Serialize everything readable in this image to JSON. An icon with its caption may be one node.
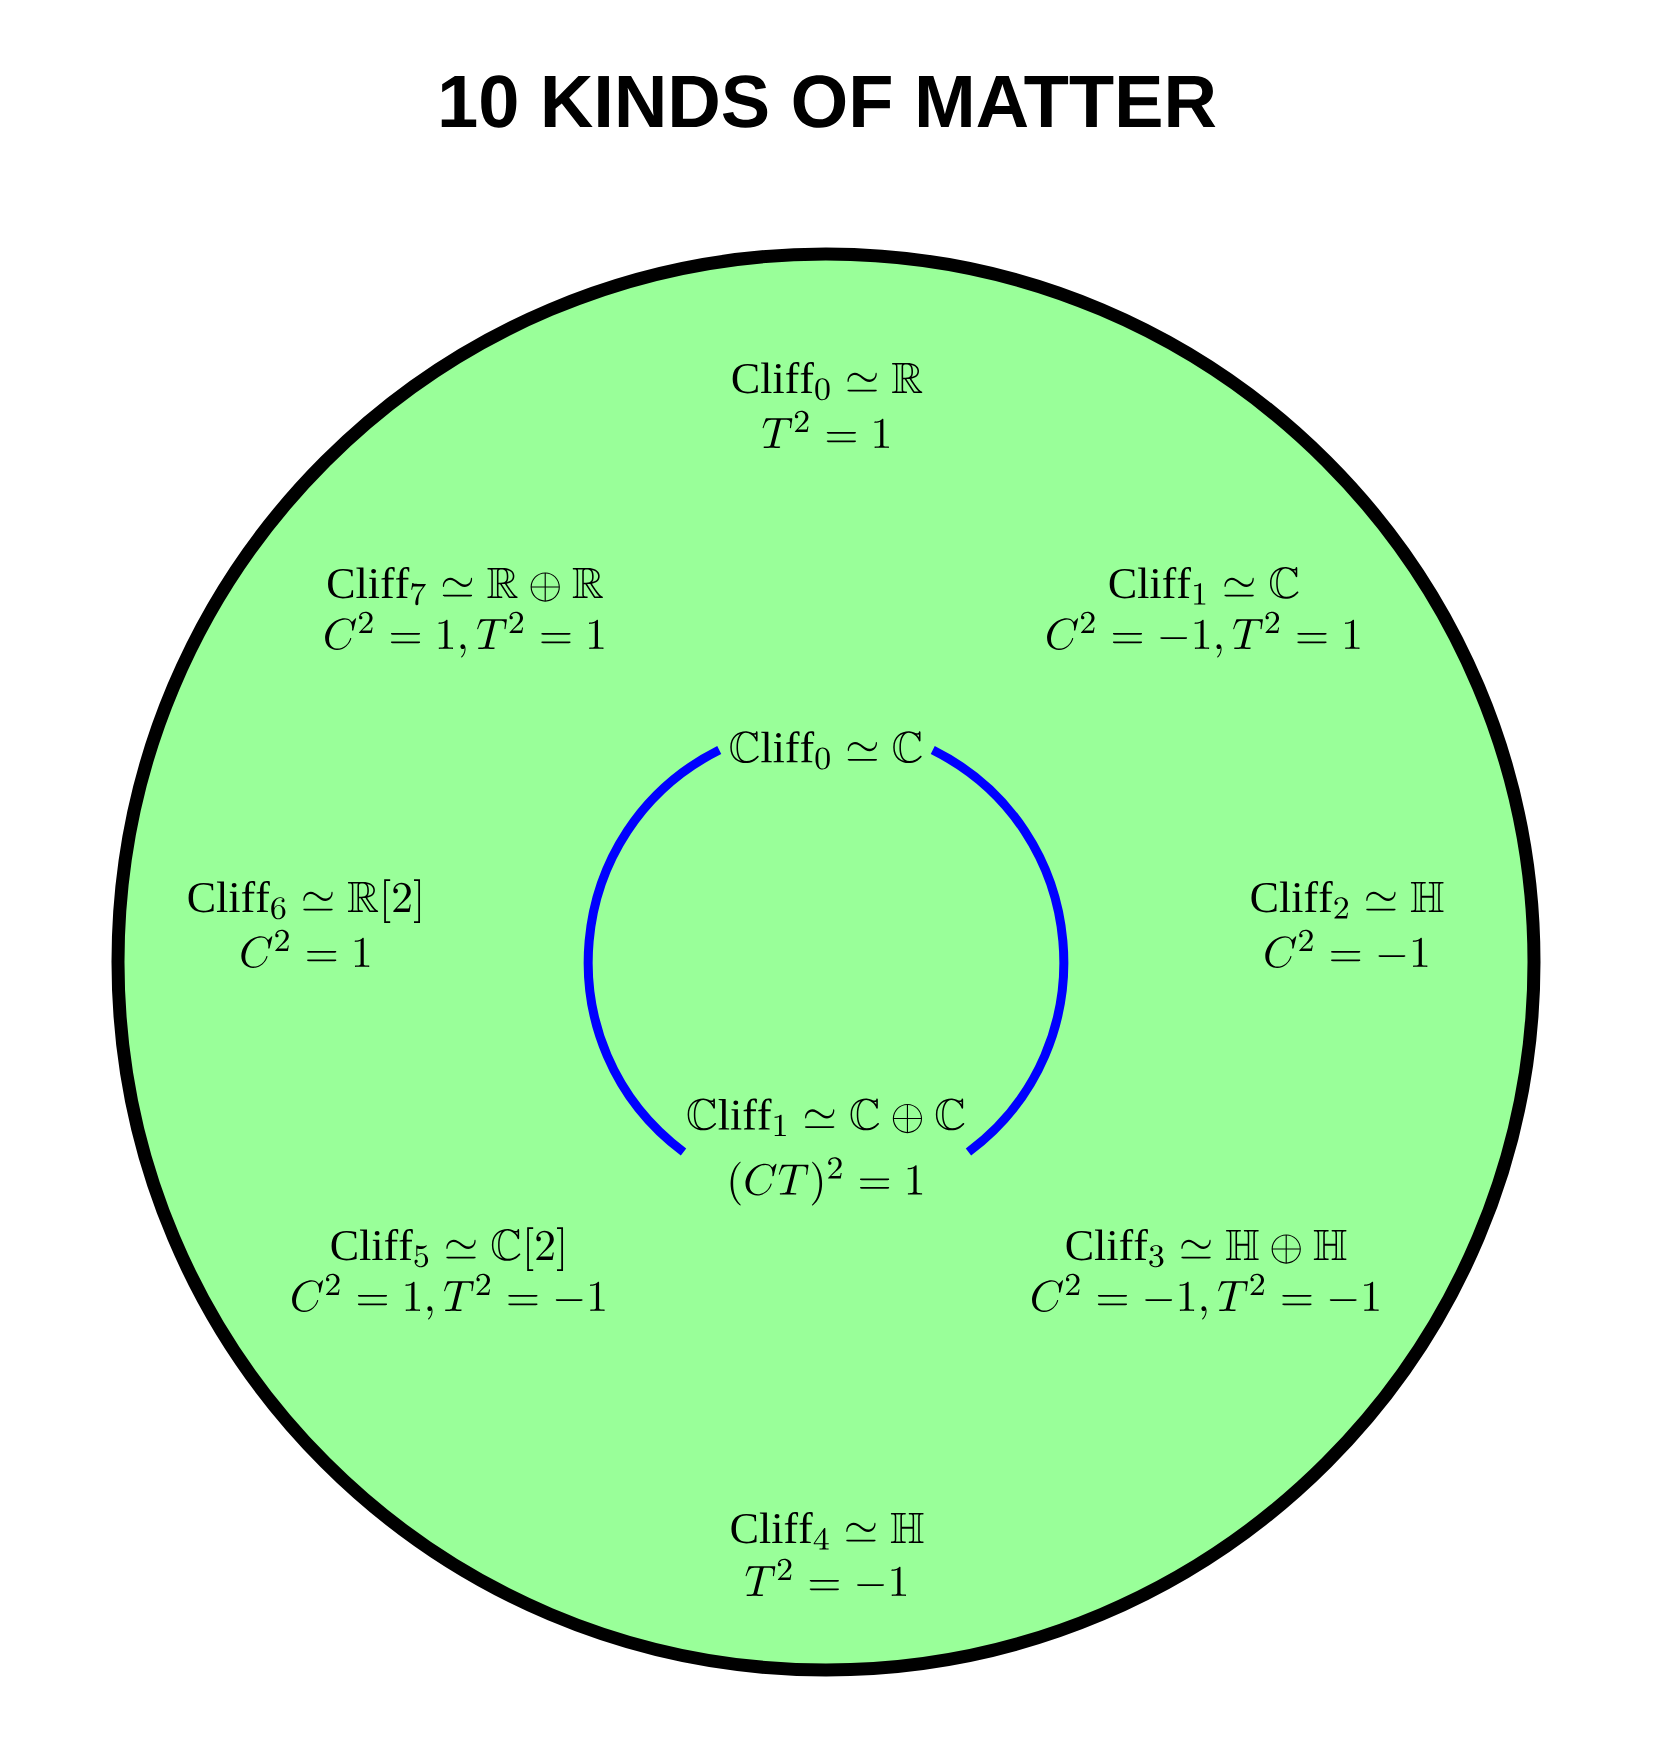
{
  "diagram": {
    "title": "10 KINDS OF MATTER",
    "nodes": [
      {
        "text": [],
        "shape": "circle"
      },
      {
        "text": [
          "\\mathbb{C}\\mathrm{liff}_0 \\simeq \\mathbb{C}"
        ],
        "in": 0
      },
      {
        "text": [
          "\\mathbb{C}\\mathrm{liff}_1 \\simeq \\mathbb{C} \\oplus \\mathbb{C}",
          "(CT)^2 = 1"
        ],
        "in": 0
      }
    ],
    "edges": [
      {
        "from": 1,
        "to": 2,
        "arrow": "none"
      },
      {
        "from": 1,
        "to": 2,
        "arrow": "none"
      }
    ],
    "labels": [
      "\\mathrm{Cliff}_0 \\simeq \\mathbb{R}",
      "T^2 = 1",
      "\\mathrm{Cliff}_7 \\simeq \\mathbb{R} \\oplus \\mathbb{R}",
      "C^2 = 1, T^2 = 1",
      "\\mathrm{Cliff}_1 \\simeq \\mathbb{C}",
      "C^2 = -1, T^2 = 1",
      "\\mathrm{Cliff}_6 \\simeq \\mathbb{R}[2]",
      "C^2 = 1",
      "\\mathrm{Cliff}_2 \\simeq \\mathbb{H}",
      "C^2 = -1",
      "\\mathrm{Cliff}_5 \\simeq \\mathbb{C}[2]",
      "C^2 = 1, T^2 = -1",
      "\\mathrm{Cliff}_3 \\simeq \\mathbb{H} \\oplus \\mathbb{H}",
      "C^2 = -1, T^2 = -1",
      "\\mathrm{Cliff}_4 \\simeq \\mathbb{H}",
      "T^2 = -1"
    ]
  }
}
